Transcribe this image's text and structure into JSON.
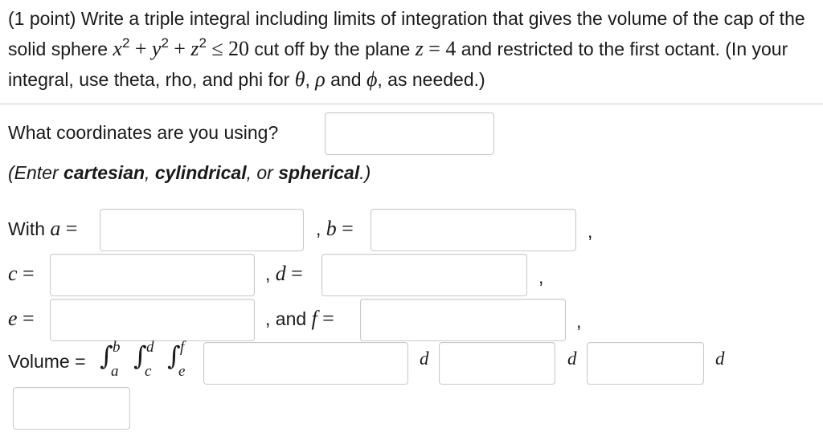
{
  "problem": {
    "intro": "(1 point) Write a triple integral including limits of integration that gives the volume of the cap of the solid sphere ",
    "ineq_x": "x",
    "ineq_y": "y",
    "ineq_z": "z",
    "exp": "2",
    "plus": "+",
    "leq": "≤",
    "ineq_rhs": "20",
    "mid": " cut off by the plane ",
    "plane_var": "z",
    "eq": "=",
    "plane_val": "4",
    "tail": " and restricted to the first octant. (In your integral, use theta, rho, and phi for ",
    "theta": "θ",
    "rho": "ρ",
    "phi": "ϕ",
    "comma": ", ",
    "and_word": " and ",
    "end": ", as needed.)"
  },
  "coords": {
    "question": "What coordinates are you using?",
    "hint_open": "(Enter ",
    "opt1": "cartesian",
    "sep1": ", ",
    "opt2": "cylindrical",
    "sep2": ", or ",
    "opt3": "spherical",
    "hint_close": ".)",
    "value": ""
  },
  "limits": {
    "with": "With ",
    "a": "a",
    "b": "b",
    "c": "c",
    "d": "d",
    "e": "e",
    "f": "f",
    "eq": "=",
    "comma": ",",
    "and_f_prefix": ", and ",
    "trailing_comma": ",",
    "values": {
      "a": "",
      "b": "",
      "c": "",
      "d": "",
      "e": "",
      "f": ""
    }
  },
  "volume": {
    "label": "Volume =",
    "int1_upper": "b",
    "int1_lower": "a",
    "int2_upper": "d",
    "int2_lower": "c",
    "int3_upper": "f",
    "int3_lower": "e",
    "integral_sign": "∫",
    "d": "d",
    "integrand_value": "",
    "diff1_value": "",
    "diff2_value": "",
    "diff3_value": ""
  }
}
